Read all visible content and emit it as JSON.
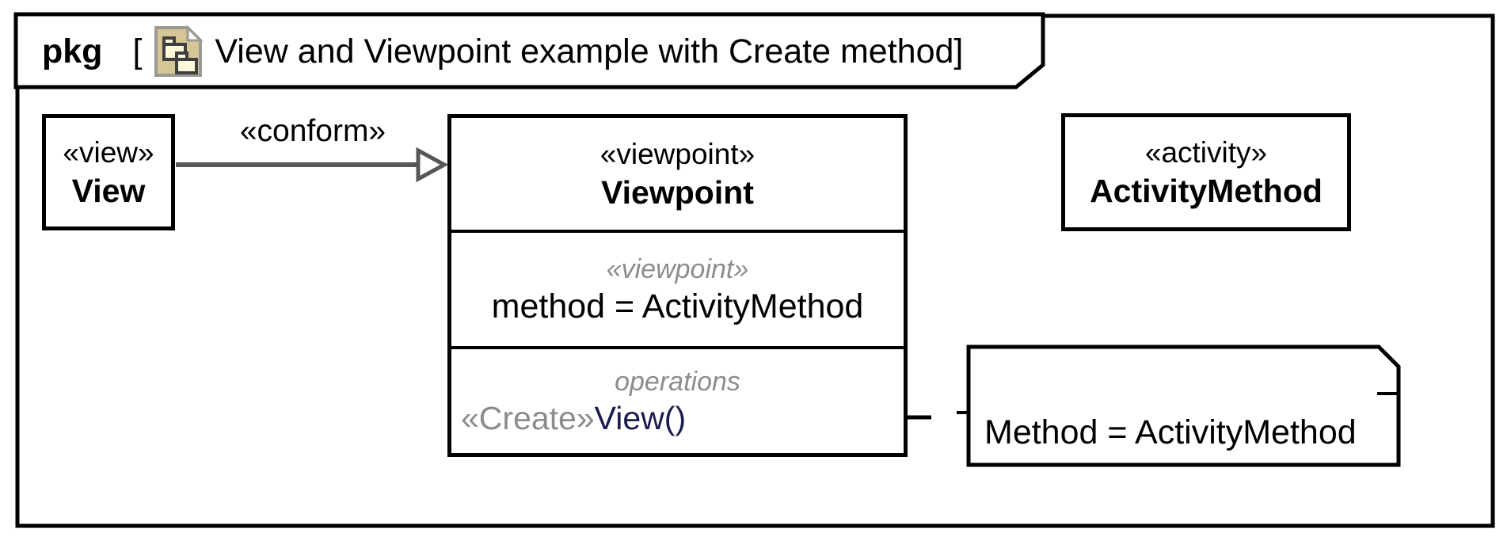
{
  "header": {
    "kind": "pkg",
    "open_bracket": "[",
    "title": "View and Viewpoint example with Create method",
    "close_bracket": "]",
    "icon": "package-diagram-icon"
  },
  "elements": {
    "view": {
      "stereotype": "«view»",
      "name": "View"
    },
    "conform_edge": {
      "label": "«conform»"
    },
    "viewpoint": {
      "stereotype": "«viewpoint»",
      "name": "Viewpoint",
      "attributes": {
        "label": "«viewpoint»",
        "items": [
          "method = ActivityMethod"
        ]
      },
      "operations": {
        "label": "operations",
        "stereotype": "«Create»",
        "signature": "View()"
      }
    },
    "activity": {
      "stereotype": "«activity»",
      "name": "ActivityMethod"
    },
    "note": {
      "text": "Method = ActivityMethod"
    }
  },
  "colors": {
    "border_black": "#000000",
    "conform_gray": "#57575a",
    "muted_text_gray": "#8c8c8c",
    "operation_navy": "#1b1b4e",
    "icon_tan": "#d6c595",
    "icon_cream": "#fdf8d8"
  }
}
